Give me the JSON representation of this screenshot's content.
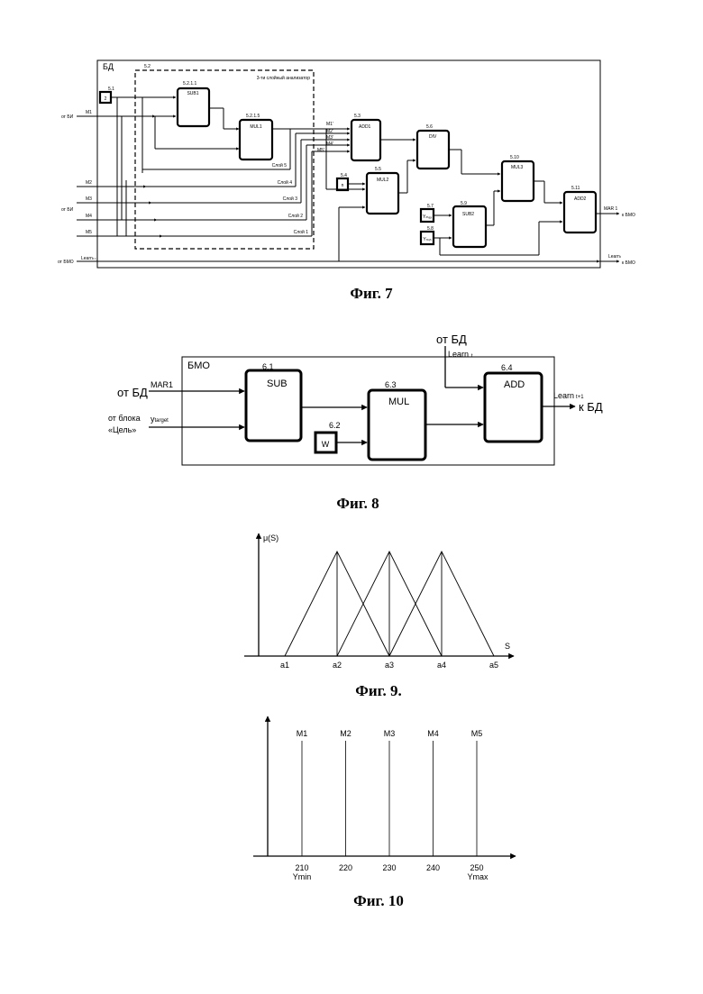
{
  "fig7": {
    "caption": "Фиг. 7",
    "frame_label": "БД",
    "analyzer_label": "3-ти слойный анализатор",
    "ref_5_2": "5.2",
    "block_5_1": {
      "ref": "5.1",
      "text": "2"
    },
    "sub1": {
      "ref": "5.2.1.1",
      "label": "SUB1"
    },
    "mul1": {
      "ref": "5.2.1.5",
      "label": "MUL1"
    },
    "add1": {
      "ref": "5.3",
      "label": "ADD1"
    },
    "div": {
      "ref": "5.6",
      "label": "DIV"
    },
    "n_block": {
      "ref": "5.4",
      "text": "n"
    },
    "mul2": {
      "ref": "5.5",
      "label": "MUL2"
    },
    "mul3": {
      "ref": "5.10",
      "label": "MUL3"
    },
    "y_max_block": {
      "ref": "5.7",
      "text": "Yₘₐₓ"
    },
    "y_min_block": {
      "ref": "5.8",
      "text": "Yₘᵢₙ"
    },
    "sub2": {
      "ref": "5.9",
      "label": "SUB2"
    },
    "add2": {
      "ref": "5.11",
      "label": "ADD2"
    },
    "inputs": {
      "m1": "M1",
      "m2": "M2",
      "m3": "M3",
      "m4": "M4",
      "m5": "M5"
    },
    "from_bi_1": "от БИ",
    "from_bi_2": "от БИ",
    "from_bmo": "от БМО",
    "learn_in": "Learnₜ₊₁",
    "layers": [
      "Слой 5",
      "Слой 4",
      "Слой 3",
      "Слой 2",
      "Слой 1"
    ],
    "m_primes": [
      "M1'",
      "M2'",
      "M3'",
      "M4'",
      "M5'"
    ],
    "out_mar": "MAR 1",
    "to_bmo_1": "к БМО",
    "out_learn": "Learnₜ",
    "to_bmo_2": "к БМО"
  },
  "fig8": {
    "caption": "Фиг. 8",
    "frame_label": "БМО",
    "from_bd_top": "от БД",
    "learn_t": "Learn ₜ",
    "ref_6_1": "6.1",
    "sub_label": "SUB",
    "ref_6_2": "6.2",
    "w_label": "W",
    "ref_6_3": "6.3",
    "mul_label": "MUL",
    "ref_6_4": "6.4",
    "add_label": "ADD",
    "from_bd_left": "от БД",
    "mar1": "MAR1",
    "from_block_line1": "от блока",
    "from_block_line2": "«Цель»",
    "y_target": "y",
    "y_target_sub": "target",
    "learn_out": "Learn",
    "learn_out_sub": "t+1",
    "to_bd": "к БД"
  },
  "fig9": {
    "caption": "Фиг. 9.",
    "y_axis_label": "μ(S)",
    "x_axis_label": "S",
    "ticks": [
      "a1",
      "a2",
      "a3",
      "a4",
      "a5"
    ]
  },
  "fig10": {
    "caption": "Фиг. 10",
    "lines": [
      "M1",
      "M2",
      "M3",
      "M4",
      "M5"
    ],
    "ticks": [
      "210",
      "220",
      "230",
      "240",
      "250"
    ],
    "ymin_label": "Ymin",
    "ymax_label": "Ymax"
  },
  "chart_data": [
    {
      "type": "line",
      "x_ticks": [
        "a1",
        "a2",
        "a3",
        "a4",
        "a5"
      ],
      "ylabel": "μ(S)",
      "xlabel": "S",
      "series": [
        {
          "x": [
            "a1",
            "a2",
            "a3"
          ],
          "y": [
            0,
            1,
            0
          ]
        },
        {
          "x": [
            "a2",
            "a3",
            "a4"
          ],
          "y": [
            0,
            1,
            0
          ]
        },
        {
          "x": [
            "a3",
            "a4",
            "a5"
          ],
          "y": [
            0,
            1,
            0
          ]
        }
      ]
    },
    {
      "type": "line",
      "x": [
        210,
        220,
        230,
        240,
        250
      ],
      "series_labels": [
        "M1",
        "M2",
        "M3",
        "M4",
        "M5"
      ]
    }
  ]
}
